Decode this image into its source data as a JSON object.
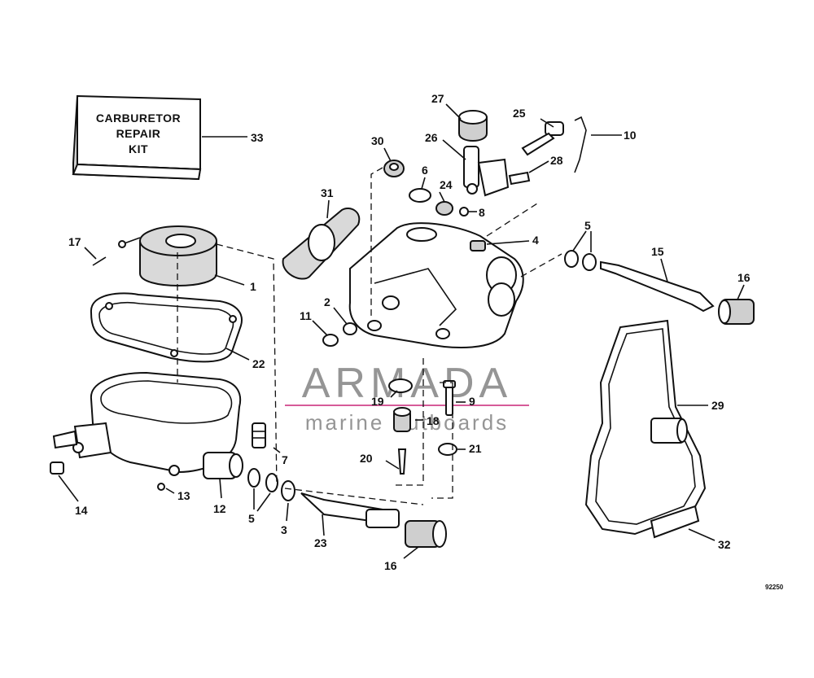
{
  "kit": {
    "lines": [
      "CARBURETOR",
      "REPAIR",
      "KIT"
    ]
  },
  "watermark": {
    "title": "ARMADA",
    "subtitle": "marine outboards",
    "color": "#d24a8e"
  },
  "part_number": "92250",
  "callouts": [
    {
      "id": "c1",
      "label": "1"
    },
    {
      "id": "c2",
      "label": "2"
    },
    {
      "id": "c3",
      "label": "3"
    },
    {
      "id": "c4",
      "label": "4"
    },
    {
      "id": "c5a",
      "label": "5"
    },
    {
      "id": "c5b",
      "label": "5"
    },
    {
      "id": "c6",
      "label": "6"
    },
    {
      "id": "c7",
      "label": "7"
    },
    {
      "id": "c8",
      "label": "8"
    },
    {
      "id": "c9",
      "label": "9"
    },
    {
      "id": "c10",
      "label": "10"
    },
    {
      "id": "c11",
      "label": "11"
    },
    {
      "id": "c12",
      "label": "12"
    },
    {
      "id": "c13",
      "label": "13"
    },
    {
      "id": "c14",
      "label": "14"
    },
    {
      "id": "c15",
      "label": "15"
    },
    {
      "id": "c16a",
      "label": "16"
    },
    {
      "id": "c16b",
      "label": "16"
    },
    {
      "id": "c17",
      "label": "17"
    },
    {
      "id": "c18",
      "label": "18"
    },
    {
      "id": "c19",
      "label": "19"
    },
    {
      "id": "c20",
      "label": "20"
    },
    {
      "id": "c21",
      "label": "21"
    },
    {
      "id": "c22",
      "label": "22"
    },
    {
      "id": "c23",
      "label": "23"
    },
    {
      "id": "c24",
      "label": "24"
    },
    {
      "id": "c25",
      "label": "25"
    },
    {
      "id": "c26",
      "label": "26"
    },
    {
      "id": "c27",
      "label": "27"
    },
    {
      "id": "c28",
      "label": "28"
    },
    {
      "id": "c29",
      "label": "29"
    },
    {
      "id": "c30",
      "label": "30"
    },
    {
      "id": "c31",
      "label": "31"
    },
    {
      "id": "c32",
      "label": "32"
    },
    {
      "id": "c33",
      "label": "33"
    }
  ]
}
